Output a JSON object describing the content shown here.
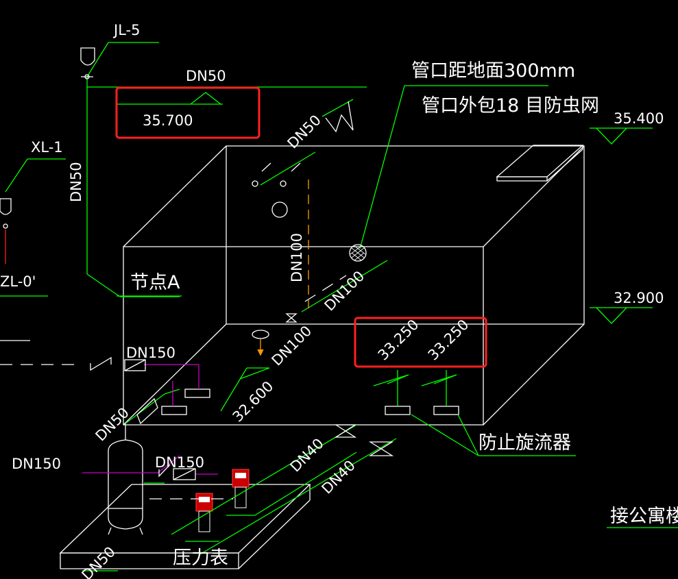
{
  "drawing": {
    "labels": {
      "jl5": "JL-5",
      "xl1": "XL-1",
      "zl0": "ZL-0'",
      "dn50_top": "DN50",
      "dn50_vertical": "DN50",
      "dn50_diag": "DN50",
      "dn50_left": "DN50",
      "dn50_bottom": "DN50",
      "dn100_vertical": "DN100",
      "dn100_diag_a": "DN100",
      "dn100_diag_b": "DN100",
      "dn150_a": "DN150",
      "dn150_b": "DN150",
      "dn150_c": "DN150",
      "dn40_a": "DN40",
      "dn40_b": "DN40",
      "node_a": "节点A",
      "pipe_note_1": "管口距地面300mm",
      "pipe_note_2": "管口外包18 目防虫网",
      "anti_vortex": "防止旋流器",
      "to_apartment": "接公寓楼",
      "pressure_gauge": "压力表"
    },
    "elevations": {
      "e1": "35.700",
      "e2": "35.400",
      "e3": "32.900",
      "e4": "33.250",
      "e5": "33.250",
      "e6": "32.600"
    },
    "colors": {
      "background": "#000000",
      "line": "#ffffff",
      "pipe_green": "#00ff00",
      "pipe_magenta": "#cc00cc",
      "pipe_red": "#ff0000",
      "overflow_orange": "#ff9900",
      "highlight_box": "#ff2020"
    }
  }
}
